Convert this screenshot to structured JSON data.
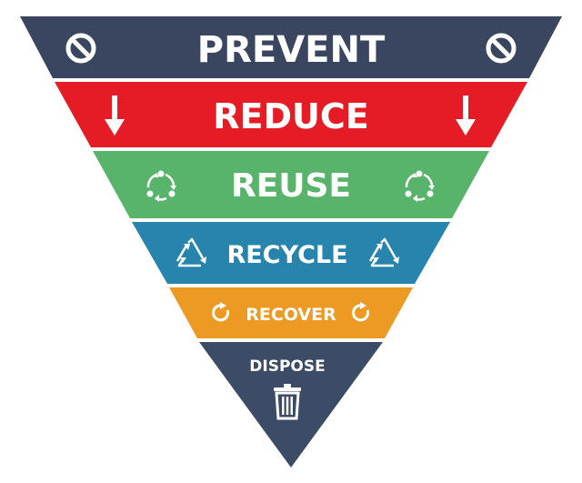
{
  "tiers": [
    {
      "label": "PREVENT",
      "color": "#3a4660",
      "icon": "prohibited-icon"
    },
    {
      "label": "REDUCE",
      "color": "#e51c25",
      "icon": "down-arrow-icon"
    },
    {
      "label": "REUSE",
      "color": "#58b46a",
      "icon": "cycle-icon"
    },
    {
      "label": "RECYCLE",
      "color": "#2684ad",
      "icon": "recycle-icon"
    },
    {
      "label": "RECOVER",
      "color": "#ec9a23",
      "icon": "refresh-icon"
    },
    {
      "label": "DISPOSE",
      "color": "#3d4c66",
      "icon": "trash-can-icon"
    }
  ]
}
